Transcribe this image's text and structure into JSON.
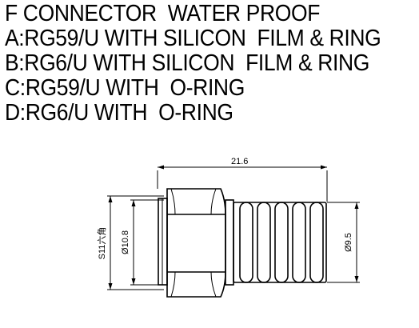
{
  "heading": {
    "title": "F CONNECTOR  WATER PROOF",
    "variants": [
      "A:RG59/U WITH SILICON  FILM & RING",
      "B:RG6/U WITH SILICON  FILM & RING",
      "C:RG59/U WITH  O-RING",
      "D:RG6/U WITH  O-RING"
    ]
  },
  "drawing": {
    "dim_length": "21.6",
    "dim_hex": "S11六角",
    "dim_nut_diameter": "Ø10.8",
    "dim_sleeve_diameter": "Ø9.5"
  }
}
